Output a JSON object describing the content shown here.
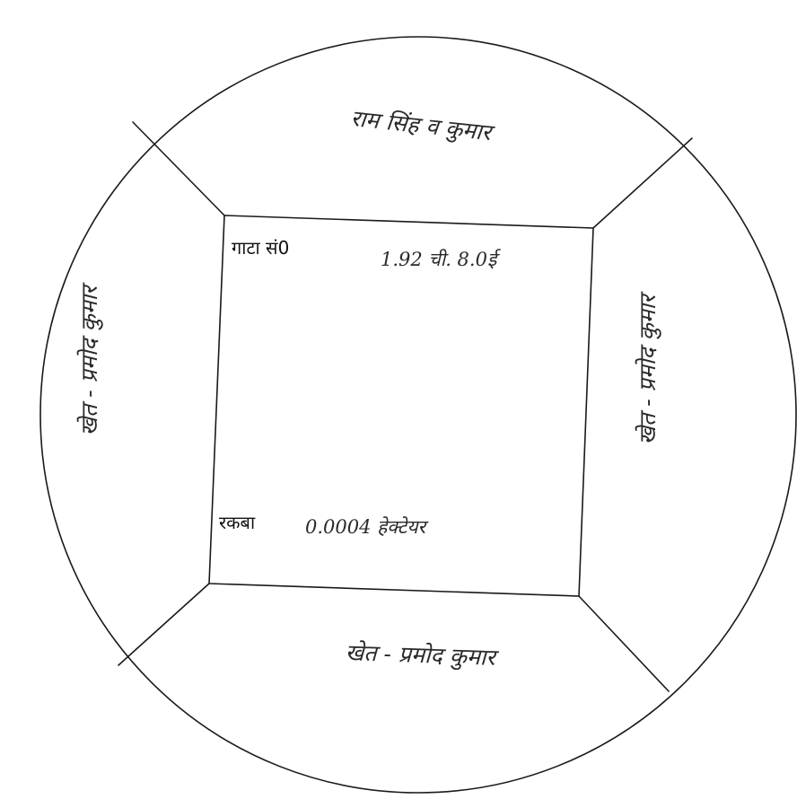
{
  "plot": {
    "plot_number_label": "गाटा सं0",
    "plot_number_value": "1.92 ची. 8.0ई",
    "area_label": "रकबा",
    "area_value": "0.0004 हेक्टेयर"
  },
  "neighbours": {
    "north": "राम सिंह व कुमार",
    "east": "खेत - प्रमोद कुमार",
    "south": "खेत - प्रमोद कुमार",
    "west": "खेत - प्रमोद कुमार"
  },
  "colors": {
    "ink": "#1a1a1a",
    "paper": "#ffffff"
  }
}
